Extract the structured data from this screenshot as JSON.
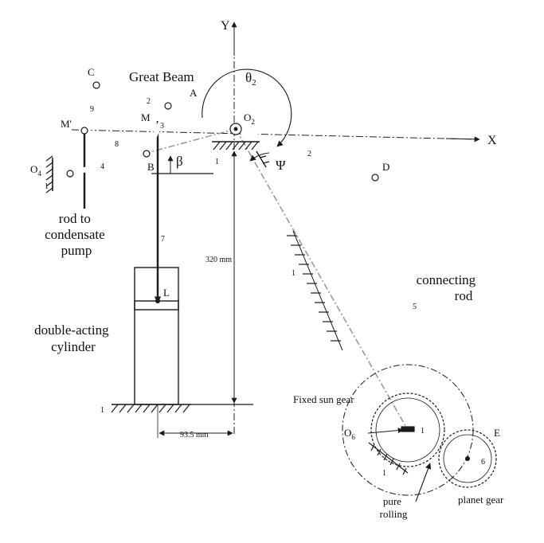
{
  "labels": {
    "y_axis": "Y",
    "x_axis": "X",
    "great_beam": "Great Beam",
    "point_c": "C",
    "point_a": "A",
    "point_m_prime": "M'",
    "point_m": "M",
    "point_b": "B",
    "point_o4": "O",
    "point_o4_sub": "4",
    "point_o2": "O",
    "point_o2_sub": "2",
    "point_d": "D",
    "point_e": "E",
    "point_l": "L",
    "point_o6": "O",
    "point_o6_sub": "6",
    "theta": "θ",
    "theta_sub": "2",
    "psi": "Ψ",
    "beta": "β",
    "rod_to_condensate_pump_1": "rod to",
    "rod_to_condensate_pump_2": "condensate",
    "rod_to_condensate_pump_3": "pump",
    "double_acting_1": "double-acting",
    "double_acting_2": "cylinder",
    "connecting_rod_1": "connecting",
    "connecting_rod_2": "rod",
    "fixed_sun_gear": "Fixed sun gear",
    "planet_gear": "planet gear",
    "pure_rolling_1": "pure",
    "pure_rolling_2": "rolling",
    "dim_320": "320 mm",
    "dim_93_5": "93.5 mm"
  },
  "link_numbers": {
    "n_ground_o4": "1",
    "n_ground_o2": "1",
    "n_ground_mid": "1",
    "n_ground_cyl": "1",
    "n_ground_sun": "1",
    "n_ground_sun_hatch": "1",
    "n_beam_left": "2",
    "n_beam_right": "2",
    "n_link_3": "3",
    "n_link_4": "4",
    "n_link_5": "5",
    "n_link_6": "6",
    "n_link_7": "7",
    "n_link_8": "8",
    "n_link_9": "9"
  }
}
